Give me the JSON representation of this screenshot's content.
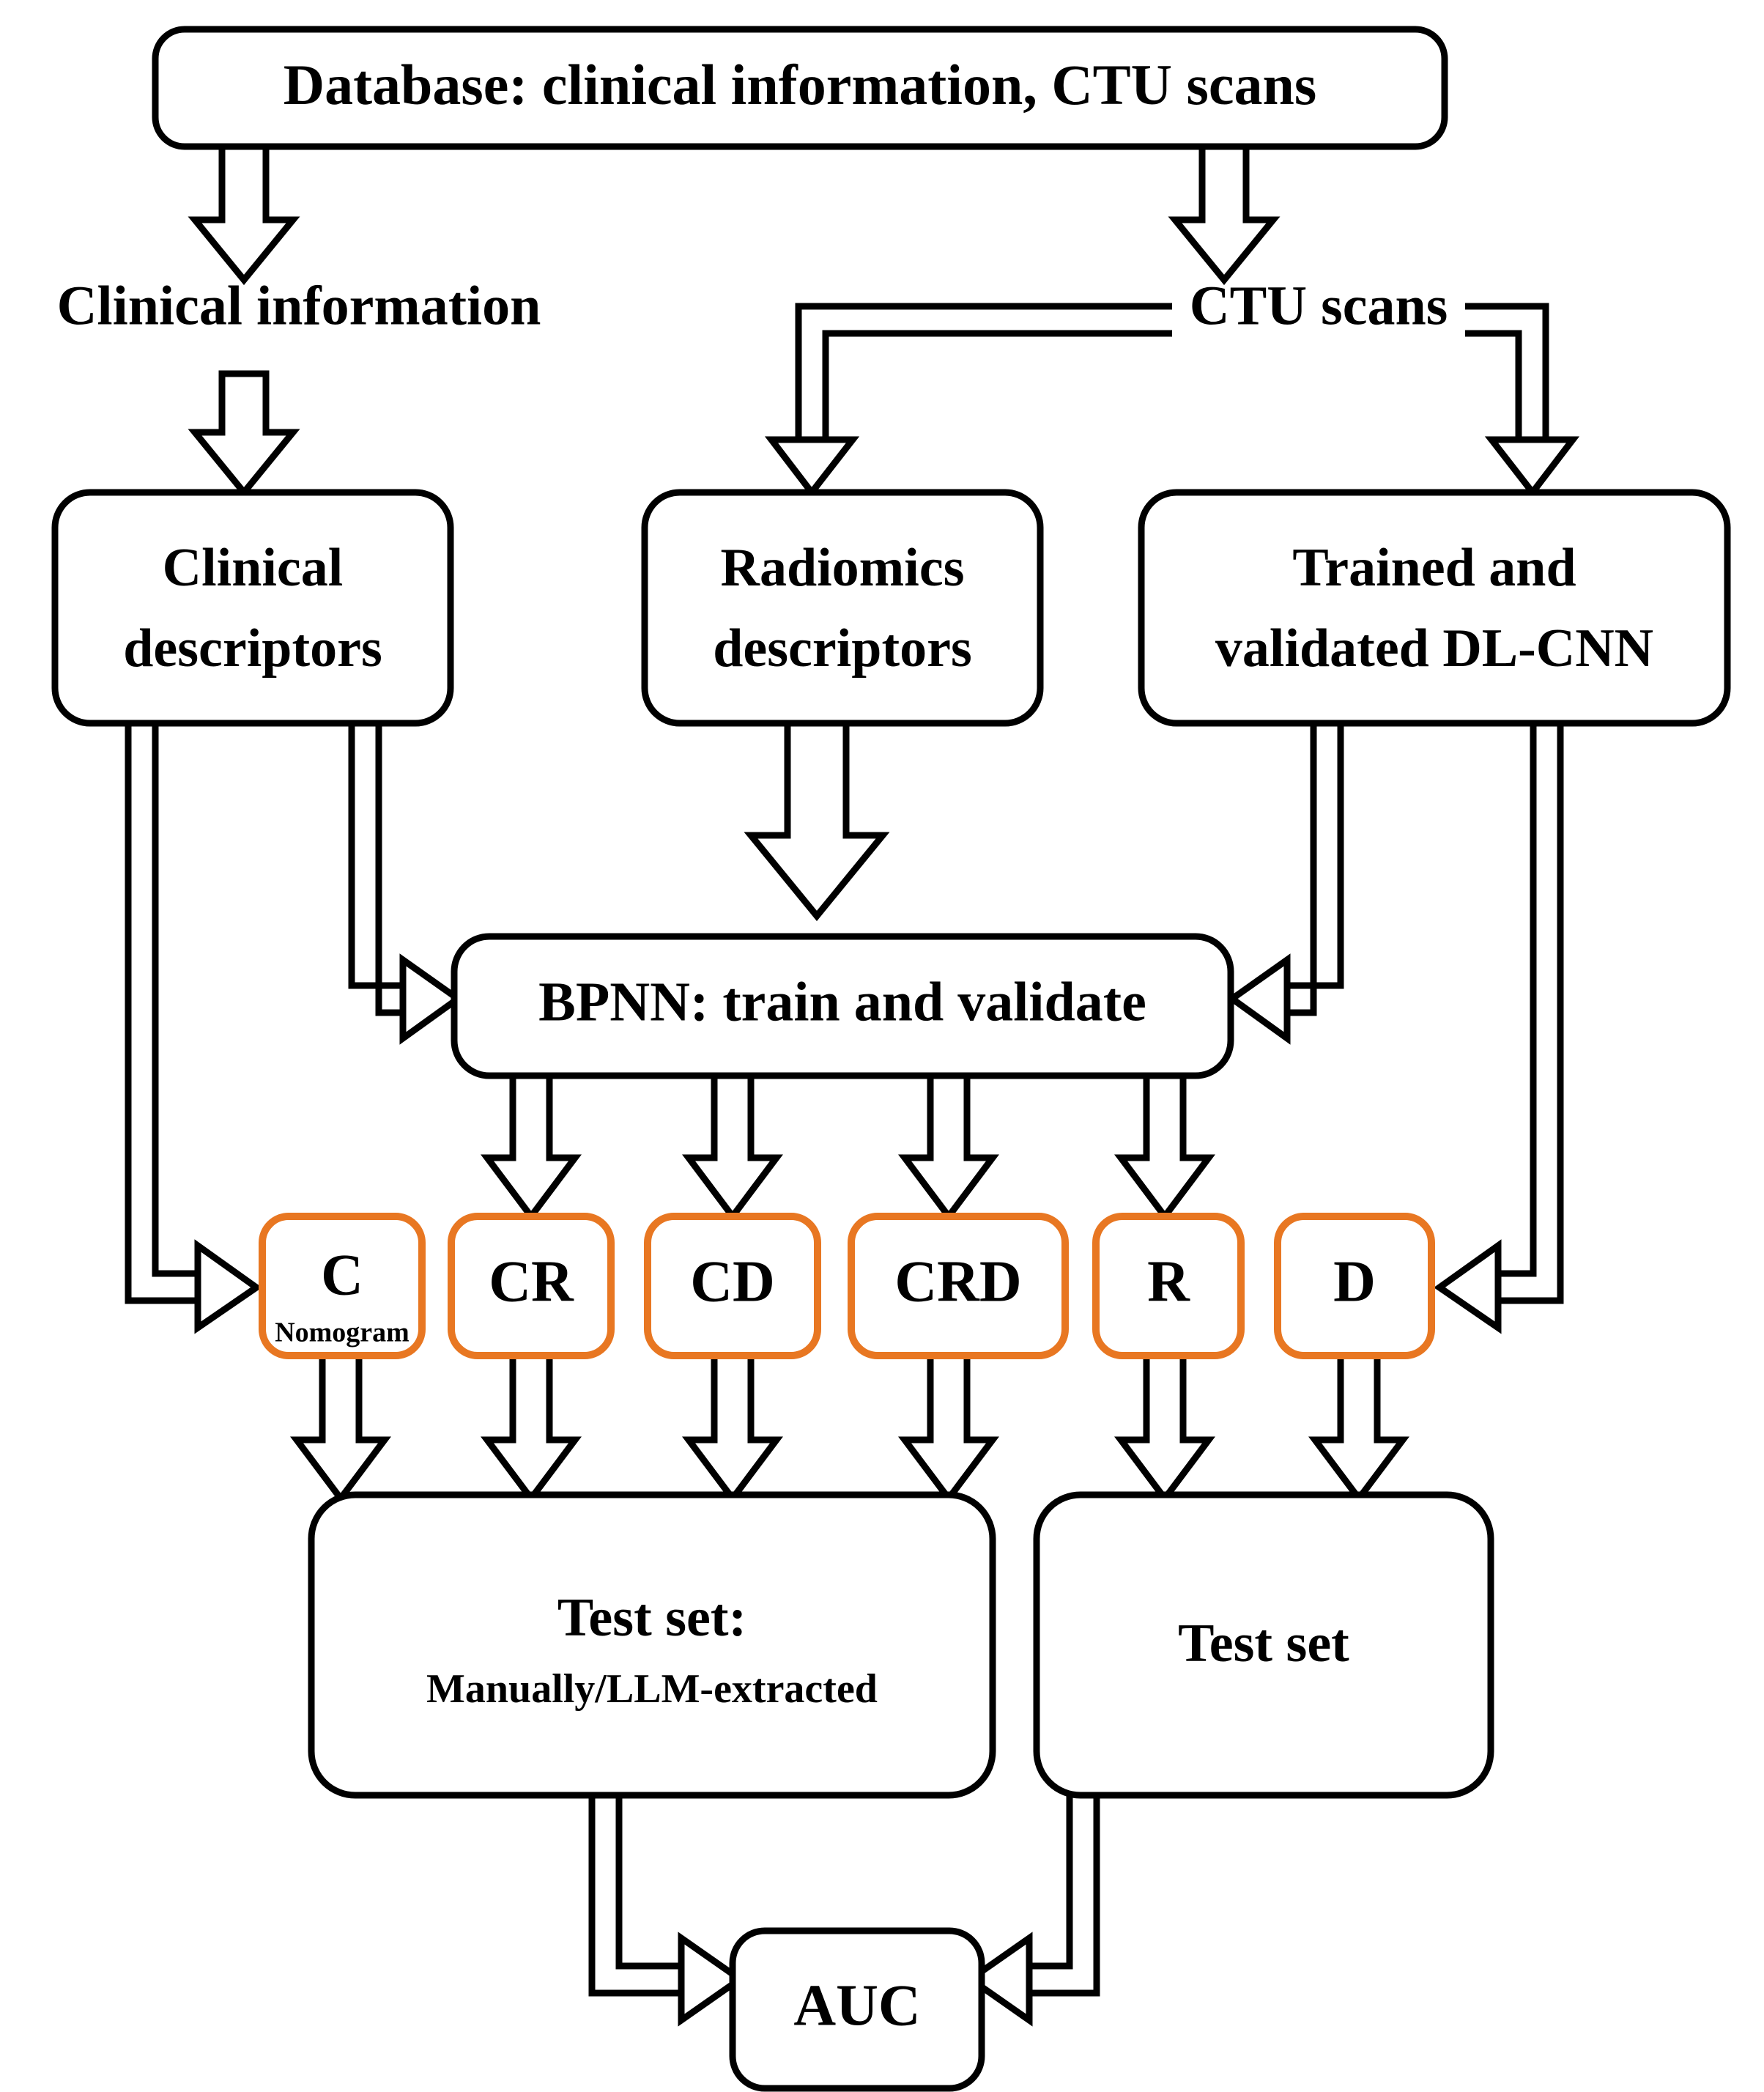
{
  "diagram": {
    "title_node": "Database: clinical information, CTU scans",
    "free_labels": {
      "clinical_information": "Clinical information",
      "ctu_scans": "CTU scans"
    },
    "nodes": {
      "clinical_descriptors_l1": "Clinical",
      "clinical_descriptors_l2": "descriptors",
      "radiomics_descriptors_l1": "Radiomics",
      "radiomics_descriptors_l2": "descriptors",
      "dlcnn_l1": "Trained and",
      "dlcnn_l2": "validated DL-CNN",
      "bpnn": "BPNN: train and validate",
      "test_set_left_l1": "Test set:",
      "test_set_left_l2": "Manually/LLM-extracted",
      "test_set_right": "Test set",
      "auc": "AUC"
    },
    "model_boxes": [
      {
        "label": "C",
        "sublabel": "Nomogram"
      },
      {
        "label": "CR",
        "sublabel": ""
      },
      {
        "label": "CD",
        "sublabel": ""
      },
      {
        "label": "CRD",
        "sublabel": ""
      },
      {
        "label": "R",
        "sublabel": ""
      },
      {
        "label": "D",
        "sublabel": ""
      }
    ],
    "colors": {
      "stroke_black": "#000000",
      "stroke_orange": "#E87722",
      "fill_white": "#ffffff",
      "background": "#ffffff"
    }
  }
}
